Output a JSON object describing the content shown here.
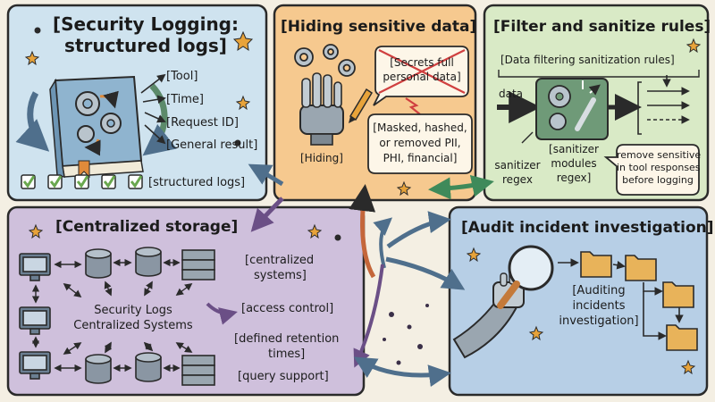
{
  "panels": {
    "security_logging": {
      "title_line1": "[Security Logging:",
      "title_line2": "structured logs]",
      "fields": [
        "[Tool]",
        "[Time]",
        "[Request ID]",
        "[General result]"
      ],
      "footer": "[structured logs]"
    },
    "hiding": {
      "title": "[Hiding sensitive data]",
      "crossed_line1": "[Secrets full",
      "crossed_line2": "personal data]",
      "masked_line1": "[Masked, hashed,",
      "masked_line2": "or removed PII,",
      "masked_line3": "PHI, financial]",
      "hiding_label": "[Hiding]"
    },
    "filter": {
      "title": "[Filter and sanitize rules]",
      "subtitle": "[Data filtering sanitization rules]",
      "data_label": "data",
      "sanitizer_line1": "sanitizer",
      "sanitizer_line2": "regex",
      "modules_line1": "[sanitizer",
      "modules_line2": "modules",
      "modules_line3": "regex]",
      "remove_line1": "remove sensitive",
      "remove_line2": "in tool responses",
      "remove_line3": "before logging"
    },
    "storage": {
      "title": "[Centralized storage]",
      "center_line1": "Security Logs",
      "center_line2": "Centralized Systems",
      "item1_line1": "[centralized",
      "item1_line2": "systems]",
      "item2": "[access control]",
      "item3_line1": "[defined retention",
      "item3_line2": "times]",
      "item4": "[query support]"
    },
    "audit": {
      "title": "[Audit incident investigation]",
      "label_line1": "[Auditing",
      "label_line2": "incidents",
      "label_line3": "investigation]"
    }
  },
  "colors": {
    "panel_blue": "#cfe3ef",
    "panel_orange": "#f6c98f",
    "panel_green": "#d9eac6",
    "panel_purple": "#cfc0dc",
    "panel_audit": "#b7cfe6",
    "outline": "#2a2a2a",
    "arrow_blue": "#4f6f8c",
    "check_green": "#6aa84f"
  },
  "icons": [
    "book-gears-icon",
    "robot-hand-icon",
    "gear-icon",
    "pencil-icon",
    "wrench-gear-icon",
    "monitor-icon",
    "database-icon",
    "server-icon",
    "robot-arm-icon",
    "magnifier-icon",
    "folder-icon",
    "star-icon",
    "checkbox-icon"
  ]
}
